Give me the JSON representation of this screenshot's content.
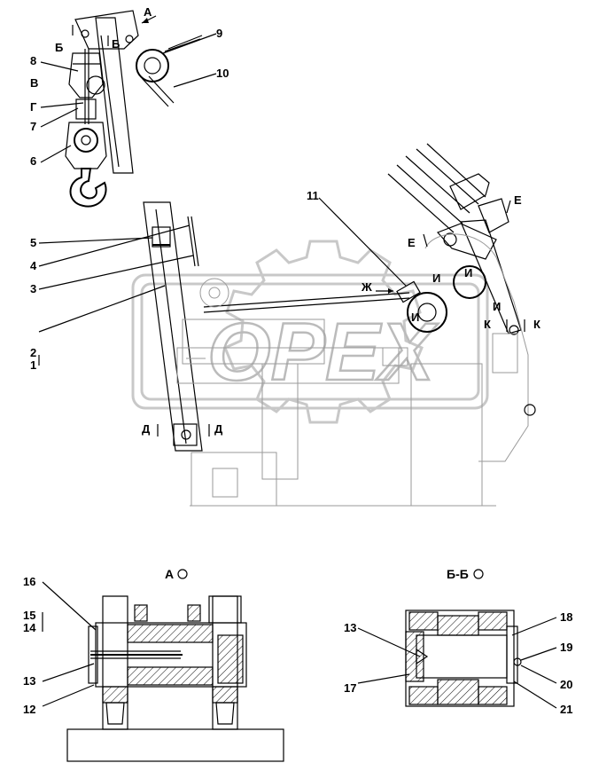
{
  "callouts": {
    "c1": "1",
    "c2": "2",
    "c3": "3",
    "c4": "4",
    "c5": "5",
    "c6": "6",
    "c7": "7",
    "c8": "8",
    "c9": "9",
    "c10": "10",
    "c11": "11",
    "c12": "12",
    "c13a": "13",
    "c13b": "13",
    "c14": "14",
    "c15": "15",
    "c16": "16",
    "c17": "17",
    "c18": "18",
    "c19": "19",
    "c20": "20",
    "c21": "21"
  },
  "section_marks": {
    "a_top": "А",
    "b_left": "Б",
    "b_right": "Б",
    "v": "В",
    "g": "Г",
    "d_left": "Д",
    "d_right": "Д",
    "e_top": "Е",
    "e_left": "Е",
    "zh": "Ж",
    "i1": "И",
    "i2": "И",
    "i3": "И",
    "i4": "И",
    "k_left": "К",
    "k_right": "К"
  },
  "view_captions": {
    "view_a": "А",
    "section_bb": "Б-Б"
  },
  "watermark": "OPEX"
}
